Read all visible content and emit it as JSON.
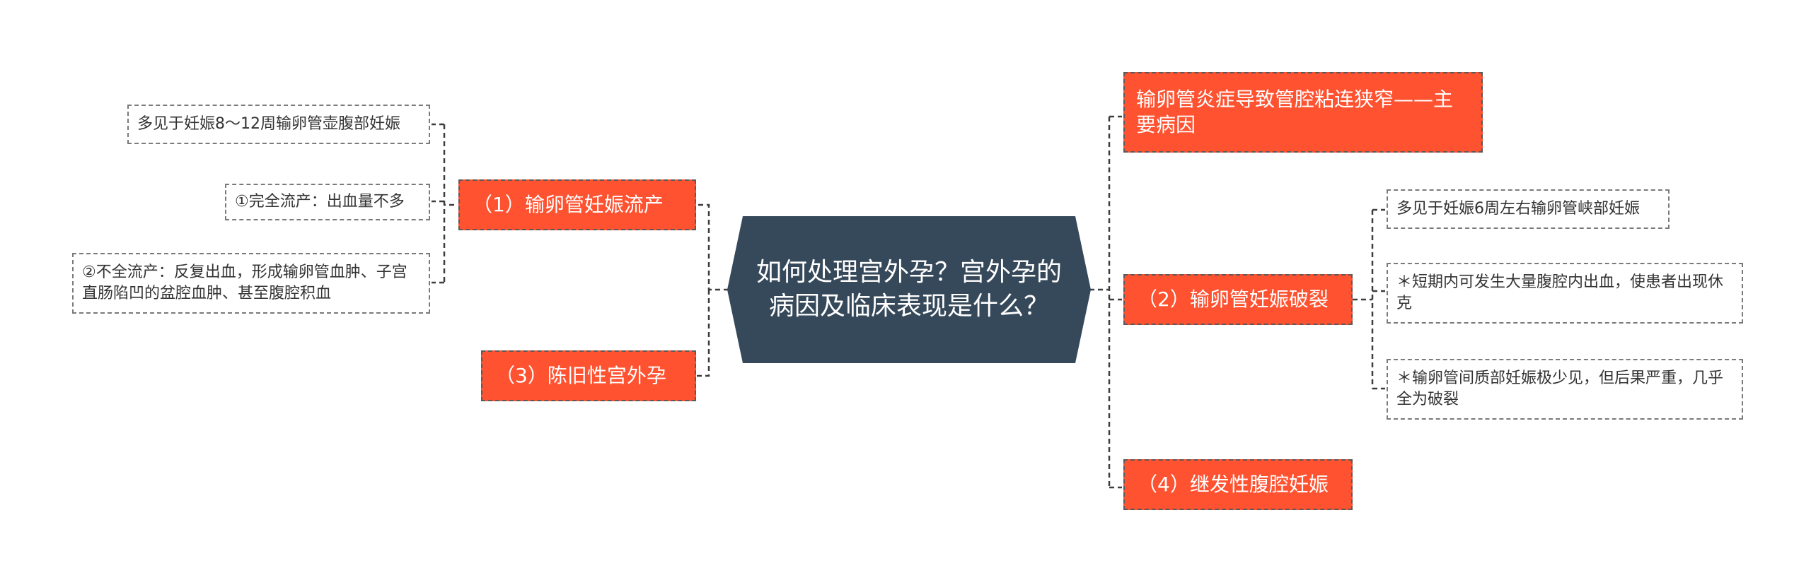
{
  "center": {
    "title": "如何处理宫外孕？宫外孕的病因及临床表现是什么？"
  },
  "left": [
    {
      "label": "（1）输卵管妊娠流产",
      "children": [
        "多见于妊娠8～12周输卵管壶腹部妊娠",
        "①完全流产：出血量不多",
        "②不全流产：反复出血，形成输卵管血肿、子宫直肠陷凹的盆腔血肿、甚至腹腔积血"
      ]
    },
    {
      "label": "（3）陈旧性宫外孕",
      "children": []
    }
  ],
  "right": [
    {
      "label": "输卵管炎症导致管腔粘连狭窄——主要病因",
      "children": []
    },
    {
      "label": "（2）输卵管妊娠破裂",
      "children": [
        "多见于妊娠6周左右输卵管峡部妊娠",
        "＊短期内可发生大量腹腔内出血，使患者出现休克",
        "＊输卵管间质部妊娠极少见，但后果严重，几乎全为破裂"
      ]
    },
    {
      "label": "（4）继发性腹腔妊娠",
      "children": []
    }
  ],
  "colors": {
    "center_fill": "#36495a",
    "branch_fill": "#ff5230",
    "connector": "#3d3d3d"
  }
}
